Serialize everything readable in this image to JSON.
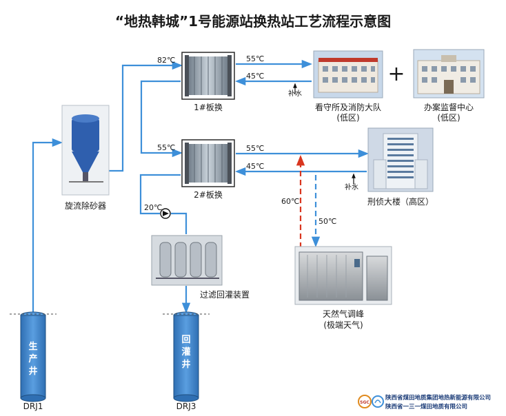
{
  "title": "“地热韩城”1号能源站换热站工艺流程示意图",
  "colors": {
    "pipe_blue": "#3d8fd9",
    "pipe_red": "#d9361f",
    "well_fill": "#3a7fc4",
    "text": "#1a1a1a"
  },
  "equipment": {
    "cyclone": "旋流除砂器",
    "hx1": "1#板换",
    "hx2": "2#板换",
    "filter": "过滤回灌装置",
    "gas": "天然气调峰",
    "gas_sub": "(极端天气)"
  },
  "buildings": {
    "b1_line1": "看守所及消防大队",
    "b1_line2": "(低区)",
    "b2_line1": "办案监督中心",
    "b2_line2": "(低区)",
    "b3": "刑侦大楼（高区）",
    "plus": "+"
  },
  "wells": {
    "production_label": "生产井",
    "production_code": "DRJ1",
    "reinjection_label": "回灌井",
    "reinjection_code": "DRJ3"
  },
  "temperatures": {
    "t82": "82℃",
    "t55_hx1_out": "55℃",
    "t45_hx1_in": "45℃",
    "t55_hx2_in": "55℃",
    "t55_hx2_out": "55℃",
    "t45_hx2_in": "45℃",
    "t20": "20℃",
    "t60": "60℃",
    "t50": "50℃"
  },
  "makeup": {
    "water1": "补水",
    "water2": "补水"
  },
  "footer": {
    "logo_text": "SGC",
    "company1": "陕西省煤田地质集团地热新能源有限公司",
    "company2": "陕西省一三一煤田地质有限公司"
  }
}
